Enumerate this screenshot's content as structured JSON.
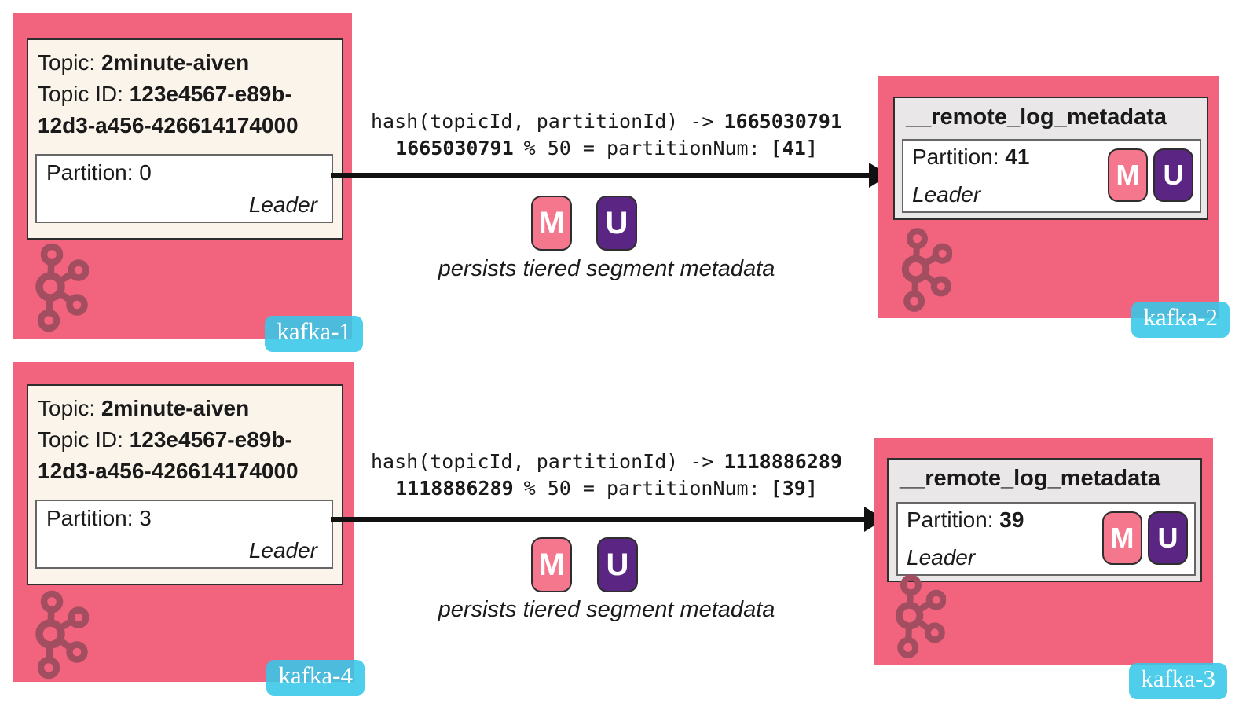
{
  "colors": {
    "broker_bg": "#F2647D",
    "card_bg": "#FBF4EA",
    "meta_bg": "#E9E7E7",
    "partition_bg": "#FFFFFF",
    "logo_color": "#A34E60",
    "label_bg": "#35C7E8",
    "badge_m_bg": "#F5778E",
    "badge_u_bg": "#5B2583",
    "border_dark": "#2E2E2E",
    "border_light": "#666666",
    "arrow_color": "#111111",
    "text_color": "#1A1A1A"
  },
  "brokers": {
    "kafka1": {
      "name": "kafka-1",
      "topic_label": "Topic:",
      "topic_value": "2minute-aiven",
      "topic_id_label": "Topic ID:",
      "topic_id_value": "123e4567-e89b-12d3-a456-426614174000",
      "partition_label": "Partition:",
      "partition_value": "0",
      "role": "Leader"
    },
    "kafka4": {
      "name": "kafka-4",
      "topic_label": "Topic:",
      "topic_value": "2minute-aiven",
      "topic_id_label": "Topic ID:",
      "topic_id_value": "123e4567-e89b-12d3-a456-426614174000",
      "partition_label": "Partition:",
      "partition_value": "3",
      "role": "Leader"
    },
    "kafka2": {
      "name": "kafka-2",
      "topic": "__remote_log_metadata",
      "partition_label": "Partition:",
      "partition_value": "41",
      "role": "Leader",
      "badge_m": "M",
      "badge_u": "U"
    },
    "kafka3": {
      "name": "kafka-3",
      "topic": "__remote_log_metadata",
      "partition_label": "Partition:",
      "partition_value": "39",
      "role": "Leader",
      "badge_m": "M",
      "badge_u": "U"
    }
  },
  "flows": {
    "top": {
      "hash_prefix": "hash(topicId, partitionId) ->",
      "hash_value": "1665030791",
      "mod_value": "1665030791",
      "mod_middle": "% 50 = partitionNum:",
      "mod_result": "[41]",
      "badge_m": "M",
      "badge_u": "U",
      "caption": "persists tiered segment metadata"
    },
    "bottom": {
      "hash_prefix": "hash(topicId, partitionId) ->",
      "hash_value": "1118886289",
      "mod_value": "1118886289",
      "mod_middle": "% 50 = partitionNum:",
      "mod_result": "[39]",
      "badge_m": "M",
      "badge_u": "U",
      "caption": "persists tiered segment metadata"
    }
  }
}
